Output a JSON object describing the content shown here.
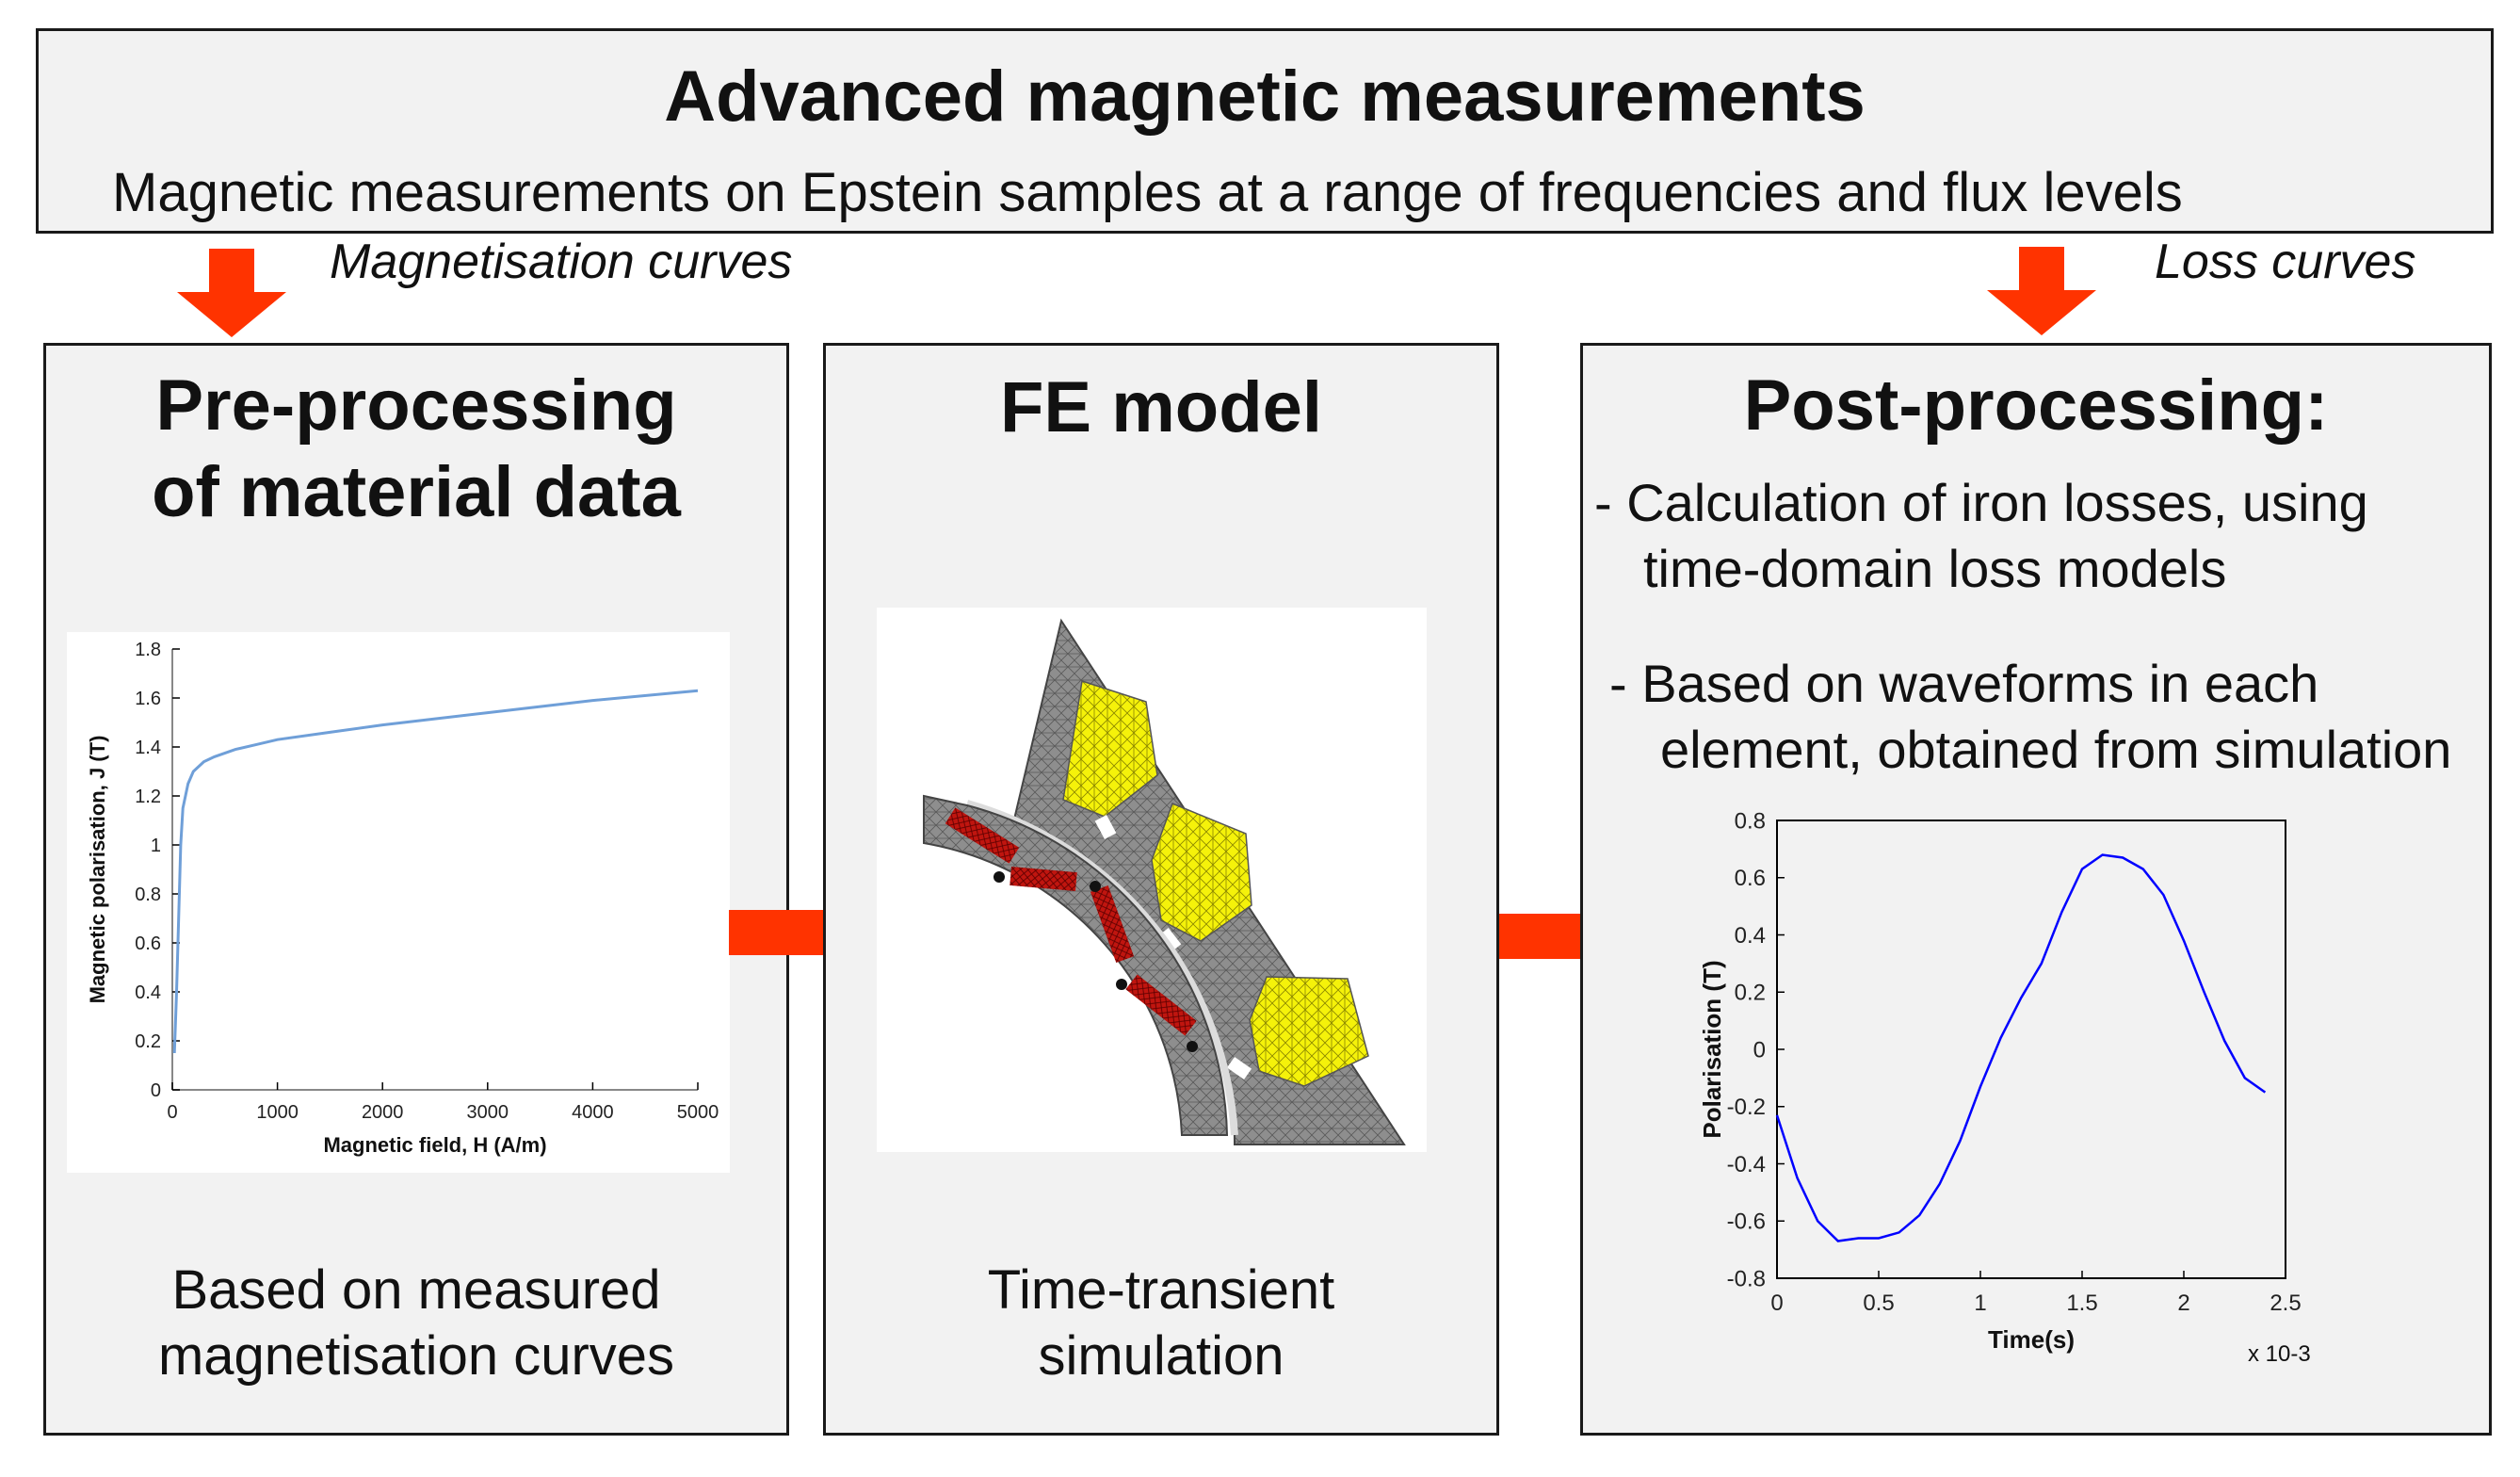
{
  "header": {
    "title": "Advanced magnetic measurements",
    "subtitle": "Magnetic measurements on Epstein samples at a range of frequencies and flux levels"
  },
  "notes": {
    "left": "Magnetisation curves",
    "right": "Loss curves"
  },
  "boxes": {
    "pre": {
      "title_line1": "Pre-processing",
      "title_line2": "of material data",
      "caption_line1": "Based on measured",
      "caption_line2": "magnetisation curves"
    },
    "fe": {
      "title": "FE model",
      "caption_line1": "Time-transient",
      "caption_line2": "simulation"
    },
    "post": {
      "title": "Post-processing:",
      "bullet1_line1": "- Calculation of iron losses, using",
      "bullet1_line2": "time-domain loss models",
      "bullet2_line1": "- Based on waveforms in each",
      "bullet2_line2": "element, obtained from simulation"
    }
  },
  "colors": {
    "arrow": "#ff3300",
    "curve1": "#6f9fd8",
    "curve2": "#0000ff",
    "magnet": "#c0150f",
    "winding": "#f5f20a",
    "mesh": "#8c8c8c"
  },
  "chart_data": [
    {
      "type": "line",
      "title": "",
      "xlabel": "Magnetic field, H (A/m)",
      "ylabel": "Magnetic polarisation, J (T)",
      "xlim": [
        0,
        5000
      ],
      "ylim": [
        0,
        1.8
      ],
      "xticks": [
        "0",
        "1000",
        "2000",
        "3000",
        "4000",
        "5000"
      ],
      "yticks": [
        "0",
        "0.2",
        "0.4",
        "0.6",
        "0.8",
        "1",
        "1.2",
        "1.4",
        "1.6",
        "1.8"
      ],
      "series": [
        {
          "x": [
            20,
            40,
            60,
            80,
            100,
            150,
            200,
            300,
            400,
            600,
            800,
            1000,
            1500,
            2000,
            3000,
            4000,
            5000
          ],
          "y": [
            0.15,
            0.4,
            0.7,
            1.0,
            1.15,
            1.25,
            1.3,
            1.34,
            1.36,
            1.39,
            1.41,
            1.43,
            1.46,
            1.49,
            1.54,
            1.59,
            1.63
          ]
        }
      ],
      "grid": false
    },
    {
      "type": "line",
      "title": "",
      "xlabel": "Time(s)",
      "ylabel": "Polarisation (T)",
      "x_multiplier": "x 10-3",
      "xlim": [
        0,
        2.5
      ],
      "ylim": [
        -0.8,
        0.8
      ],
      "xticks": [
        "0",
        "0.5",
        "1",
        "1.5",
        "2",
        "2.5"
      ],
      "yticks": [
        "-0.8",
        "-0.6",
        "-0.4",
        "-0.2",
        "0",
        "0.2",
        "0.4",
        "0.6",
        "0.8"
      ],
      "series": [
        {
          "x": [
            0,
            0.1,
            0.2,
            0.3,
            0.4,
            0.5,
            0.6,
            0.7,
            0.8,
            0.9,
            1.0,
            1.1,
            1.2,
            1.3,
            1.4,
            1.5,
            1.6,
            1.7,
            1.8,
            1.9,
            2.0,
            2.1,
            2.2,
            2.3,
            2.4
          ],
          "y": [
            -0.23,
            -0.45,
            -0.6,
            -0.67,
            -0.66,
            -0.66,
            -0.64,
            -0.58,
            -0.47,
            -0.32,
            -0.13,
            0.04,
            0.18,
            0.3,
            0.48,
            0.63,
            0.68,
            0.67,
            0.63,
            0.54,
            0.38,
            0.2,
            0.03,
            -0.1,
            -0.15
          ]
        }
      ],
      "grid": false
    }
  ]
}
